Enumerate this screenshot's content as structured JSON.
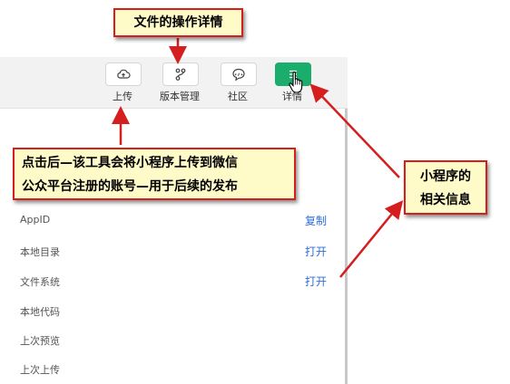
{
  "toolbar": {
    "buttons": [
      {
        "label": "上传",
        "icon": "cloud-upload-icon"
      },
      {
        "label": "版本管理",
        "icon": "branch-icon"
      },
      {
        "label": "社区",
        "icon": "community-chat-icon"
      },
      {
        "label": "详情",
        "icon": "menu-details-icon",
        "active": true
      }
    ]
  },
  "details": {
    "rows": [
      {
        "label": "AppID",
        "action": "复制"
      },
      {
        "label": "本地目录",
        "action": "打开"
      },
      {
        "label": "文件系统",
        "action": "打开"
      },
      {
        "label": "本地代码",
        "action": ""
      },
      {
        "label": "上次预览",
        "action": ""
      },
      {
        "label": "上次上传",
        "action": ""
      }
    ]
  },
  "annotations": {
    "top": "文件的操作详情",
    "middle_line1": "点击后—该工具会将小程序上传到微信",
    "middle_line2": "公众平台注册的账号—用于后续的发布",
    "right_line1": "小程序的",
    "right_line2": "相关信息"
  },
  "colors": {
    "accent_green": "#1aad6b",
    "link_blue": "#2c6fdc",
    "annotation_red": "#d51e1e",
    "annotation_fill": "#fffbc8"
  }
}
